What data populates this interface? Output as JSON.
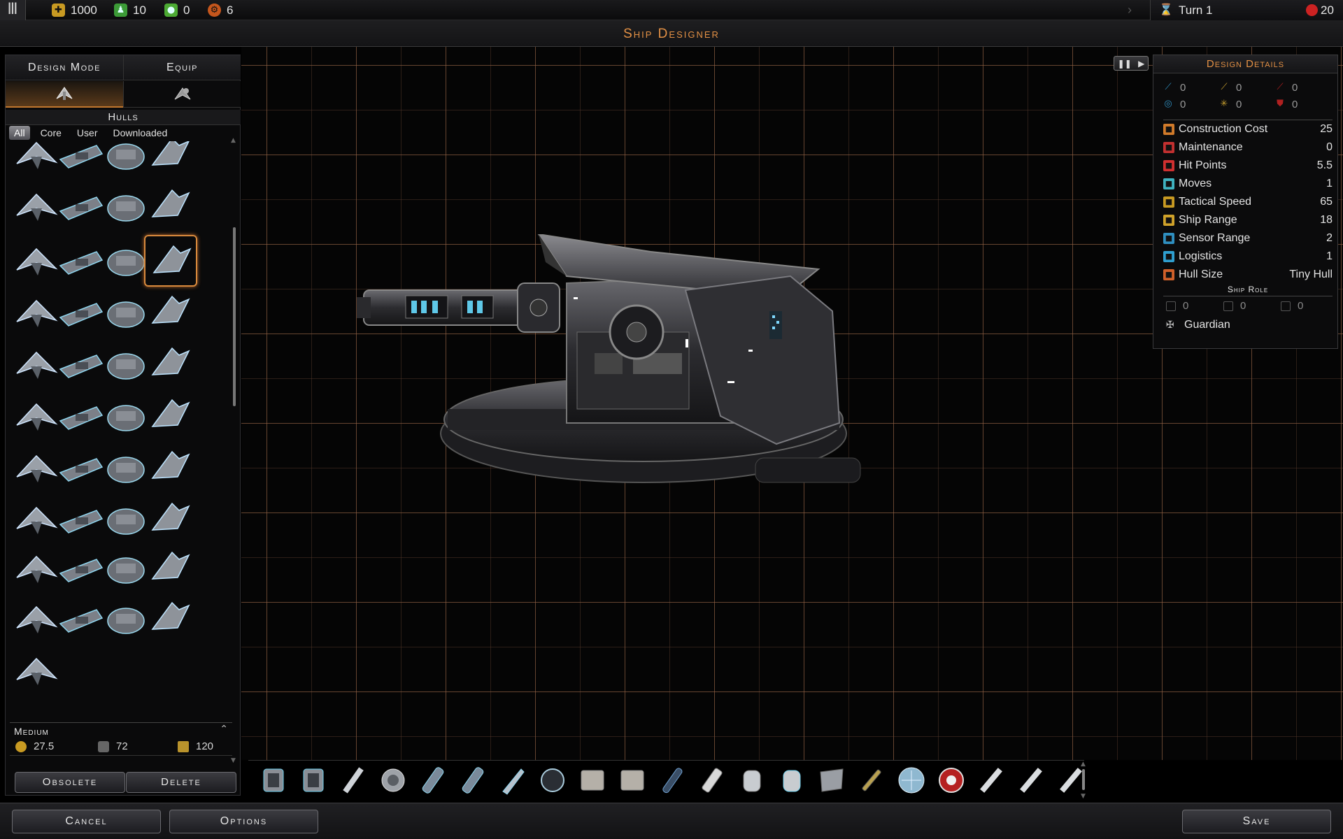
{
  "topbar": {
    "credits": "1000",
    "population": "10",
    "food": "0",
    "production": "6",
    "turn": "Turn 1",
    "threat": "20"
  },
  "title": "Ship Designer",
  "left_panel": {
    "design_mode_label": "Design Mode",
    "equip_label": "Equip",
    "hulls_title": "Hulls",
    "filters": [
      "All",
      "Core",
      "User",
      "Downloaded"
    ],
    "active_filter": "All",
    "size_label": "Medium",
    "hull_stats": {
      "cost": "27.5",
      "hit_points": "72",
      "capacity": "120"
    },
    "obsolete_label": "Obsolete",
    "delete_label": "Delete"
  },
  "details": {
    "title": "Design Details",
    "weapons": {
      "beam": "0",
      "kinetic": "0",
      "missile": "0",
      "shield": "0",
      "pd": "0",
      "armor": "0"
    },
    "rows": [
      {
        "label": "Construction Cost",
        "value": "25",
        "icon": "construction-icon",
        "color": "#d07a2a"
      },
      {
        "label": "Maintenance",
        "value": "0",
        "icon": "maintenance-icon",
        "color": "#c23030"
      },
      {
        "label": "Hit Points",
        "value": "5.5",
        "icon": "hitpoints-icon",
        "color": "#d03030"
      },
      {
        "label": "Moves",
        "value": "1",
        "icon": "moves-icon",
        "color": "#3fb3c0"
      },
      {
        "label": "Tactical Speed",
        "value": "65",
        "icon": "tactical-speed-icon",
        "color": "#c89a22"
      },
      {
        "label": "Ship Range",
        "value": "18",
        "icon": "ship-range-icon",
        "color": "#d0a22a"
      },
      {
        "label": "Sensor Range",
        "value": "2",
        "icon": "sensor-range-icon",
        "color": "#2f8fc0"
      },
      {
        "label": "Logistics",
        "value": "1",
        "icon": "logistics-icon",
        "color": "#2f9fd0"
      },
      {
        "label": "Hull Size",
        "value": "Tiny Hull",
        "icon": "hull-size-icon",
        "color": "#d0602a"
      }
    ],
    "ship_role_title": "Ship Role",
    "role_stats": {
      "attack": "0",
      "support": "0",
      "defense": "0"
    },
    "role": "Guardian"
  },
  "buttons": {
    "cancel": "Cancel",
    "options": "Options",
    "save": "Save"
  }
}
